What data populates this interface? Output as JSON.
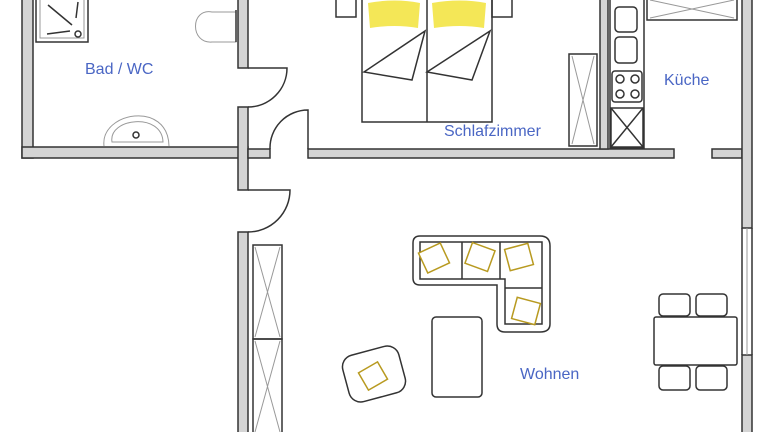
{
  "rooms": {
    "bathroom": "Bad / WC",
    "bedroom": "Schlafzimmer",
    "kitchen": "Küche",
    "living": "Wohnen"
  },
  "colors": {
    "label": "#4a66c4",
    "wall_fill": "#d4d4d4",
    "pillow": "#f2e33a"
  }
}
